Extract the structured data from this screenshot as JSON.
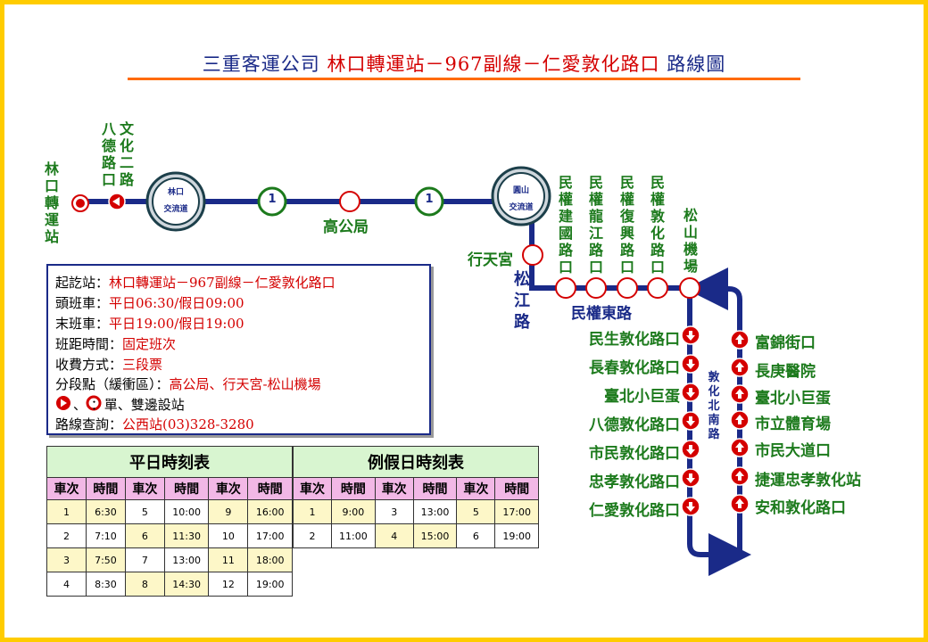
{
  "title": {
    "company": "三重客運公司",
    "route": "林口轉運站－967副線－仁愛敦化路口",
    "suffix": "路線圖"
  },
  "colors": {
    "frame": "#ffcc00",
    "route_line": "#1a2a88",
    "stop_text": "#1c7a1c",
    "value_text": "#d40000",
    "title_rule": "#ff6a00",
    "arrow_stop": "#d40000",
    "timetable_header": "#d8f5d0",
    "timetable_col_header": "#f2b8e6",
    "timetable_highlight": "#fdf7c8"
  },
  "stops": {
    "linkou": "林口轉運站",
    "wenhua": "文化二路",
    "bade": "八德路口",
    "hub1_top": "林口",
    "hub1_bottom": "交流道",
    "stage_symbol": "1",
    "gaogongju": "高公局",
    "hub2_top": "圓山",
    "hub2_bottom": "交流道",
    "xingtiangong": "行天宮",
    "songjiang_road": "松江路",
    "minquan_jianguo": "民權建國路口",
    "minquan_longjiang": "民權龍江路口",
    "minquan_fuxing": "民權復興路口",
    "minquan_dunhua": "民權敦化路口",
    "songshan_airport": "松山機場",
    "minquan_east_road": "民權東路",
    "dunhua_north_road": "敦化北南路"
  },
  "down_stops": [
    "民生敦化路口",
    "長春敦化路口",
    "臺北小巨蛋",
    "八德敦化路口",
    "市民敦化路口",
    "忠孝敦化路口",
    "仁愛敦化路口"
  ],
  "up_stops": [
    "富錦街口",
    "長庚醫院",
    "臺北小巨蛋",
    "市立體育場",
    "市民大道口",
    "捷運忠孝敦化站",
    "安和敦化路口"
  ],
  "info": {
    "terminals_label": "起訖站：",
    "terminals_value": "林口轉運站－967副線－仁愛敦化路口",
    "first_label": "頭班車：",
    "first_value": "平日06:30/假日09:00",
    "last_label": "末班車：",
    "last_value": "平日19:00/假日19:00",
    "headway_label": "班距時間：",
    "headway_value": "固定班次",
    "fare_label": "收費方式：",
    "fare_value": "三段票",
    "section_label": "分段點（緩衝區）：",
    "section_value": "高公局、行天宮-松山機場",
    "legend_text": "、 ：單、雙邊設站",
    "query_label": "路線查詢：",
    "query_value": "公西站(03)328-3280"
  },
  "timetable": {
    "weekday_title": "平日時刻表",
    "holiday_title": "例假日時刻表",
    "col_no": "車次",
    "col_time": "時間",
    "weekday_rows": [
      [
        "1",
        "6:30",
        "5",
        "10:00",
        "9",
        "16:00"
      ],
      [
        "2",
        "7:10",
        "6",
        "11:30",
        "10",
        "17:00"
      ],
      [
        "3",
        "7:50",
        "7",
        "13:00",
        "11",
        "18:00"
      ],
      [
        "4",
        "8:30",
        "8",
        "14:30",
        "12",
        "19:00"
      ]
    ],
    "holiday_rows": [
      [
        "1",
        "9:00",
        "3",
        "13:00",
        "5",
        "17:00"
      ],
      [
        "2",
        "11:00",
        "4",
        "15:00",
        "6",
        "19:00"
      ]
    ]
  }
}
